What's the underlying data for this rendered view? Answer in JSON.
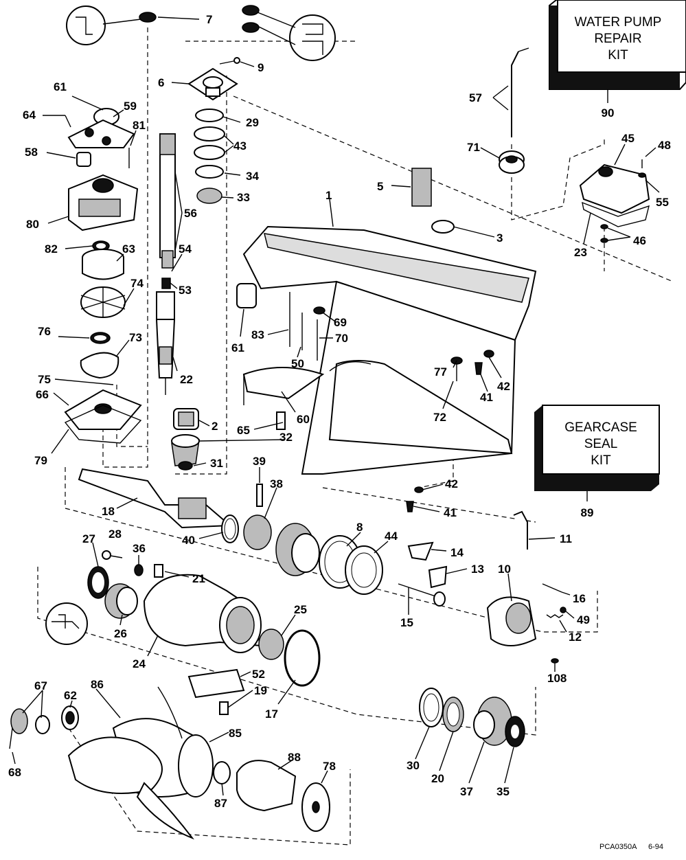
{
  "kits": {
    "water_pump": {
      "line1": "WATER PUMP",
      "line2": "REPAIR",
      "line3": "KIT",
      "number": "90"
    },
    "gearcase": {
      "line1": "GEARCASE",
      "line2": "SEAL",
      "line3": "KIT",
      "number": "89"
    }
  },
  "footer": {
    "code": "PCA0350A",
    "date": "6-94"
  },
  "labels": [
    "7",
    "9",
    "6",
    "29",
    "43",
    "34",
    "33",
    "61",
    "59",
    "64",
    "81",
    "58",
    "80",
    "82",
    "63",
    "56",
    "54",
    "53",
    "74",
    "76",
    "73",
    "22",
    "75",
    "66",
    "79",
    "2",
    "65",
    "32",
    "31",
    "1",
    "5",
    "3",
    "57",
    "71",
    "45",
    "48",
    "55",
    "23",
    "46",
    "83",
    "69",
    "70",
    "50",
    "60",
    "61",
    "77",
    "42",
    "41",
    "72",
    "39",
    "38",
    "42",
    "41",
    "18",
    "40",
    "8",
    "44",
    "11",
    "14",
    "13",
    "27",
    "28",
    "36",
    "21",
    "10",
    "16",
    "49",
    "12",
    "15",
    "26",
    "24",
    "25",
    "52",
    "19",
    "17",
    "108",
    "67",
    "62",
    "86",
    "85",
    "68",
    "88",
    "78",
    "87",
    "30",
    "20",
    "37",
    "35"
  ]
}
